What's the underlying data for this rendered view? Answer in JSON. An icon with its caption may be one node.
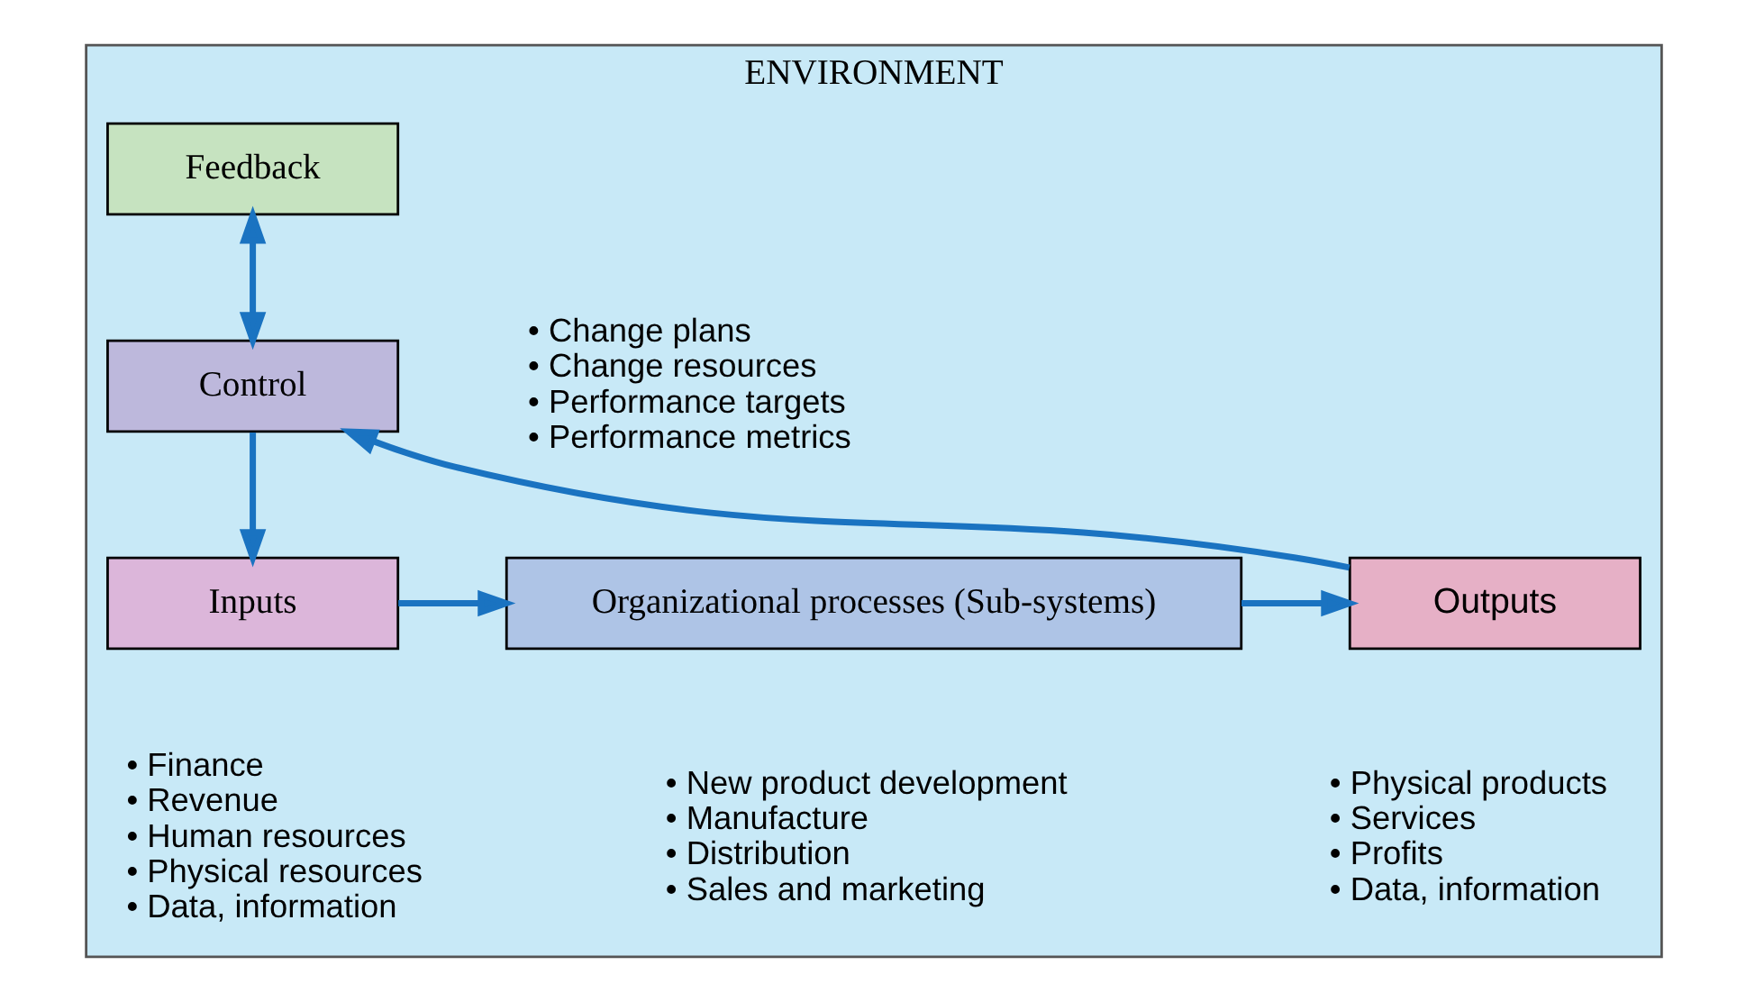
{
  "diagram": {
    "nodes": [
      {
        "text": [
          "ENVIRONMENT"
        ]
      },
      {
        "text": [
          "Feedback"
        ],
        "in": 0
      },
      {
        "text": [
          "Control"
        ],
        "in": 0,
        "beside": [
          "• Change plans",
          "• Change resources",
          "• Performance targets",
          "• Performance metrics"
        ]
      },
      {
        "text": [
          "Inputs"
        ],
        "in": 0,
        "beside": [
          "• Finance",
          "• Revenue",
          "• Human resources",
          "• Physical resources",
          "• Data, information"
        ]
      },
      {
        "text": [
          "Organizational processes (Sub-systems)"
        ],
        "in": 0,
        "beside": [
          "• New product development",
          "• Manufacture",
          "• Distribution",
          "• Sales and marketing"
        ]
      },
      {
        "text": [
          "Outputs"
        ],
        "in": 0,
        "beside": [
          "• Physical products",
          "• Services",
          "• Profits",
          "• Data, information"
        ]
      }
    ],
    "edges": [
      {
        "from": 1,
        "to": 2,
        "arrow": "both"
      },
      {
        "from": 2,
        "to": 3,
        "arrow": "to"
      },
      {
        "from": 3,
        "to": 4,
        "arrow": "to"
      },
      {
        "from": 4,
        "to": 5,
        "arrow": "to"
      },
      {
        "from": 5,
        "to": 2,
        "arrow": "to"
      }
    ]
  }
}
